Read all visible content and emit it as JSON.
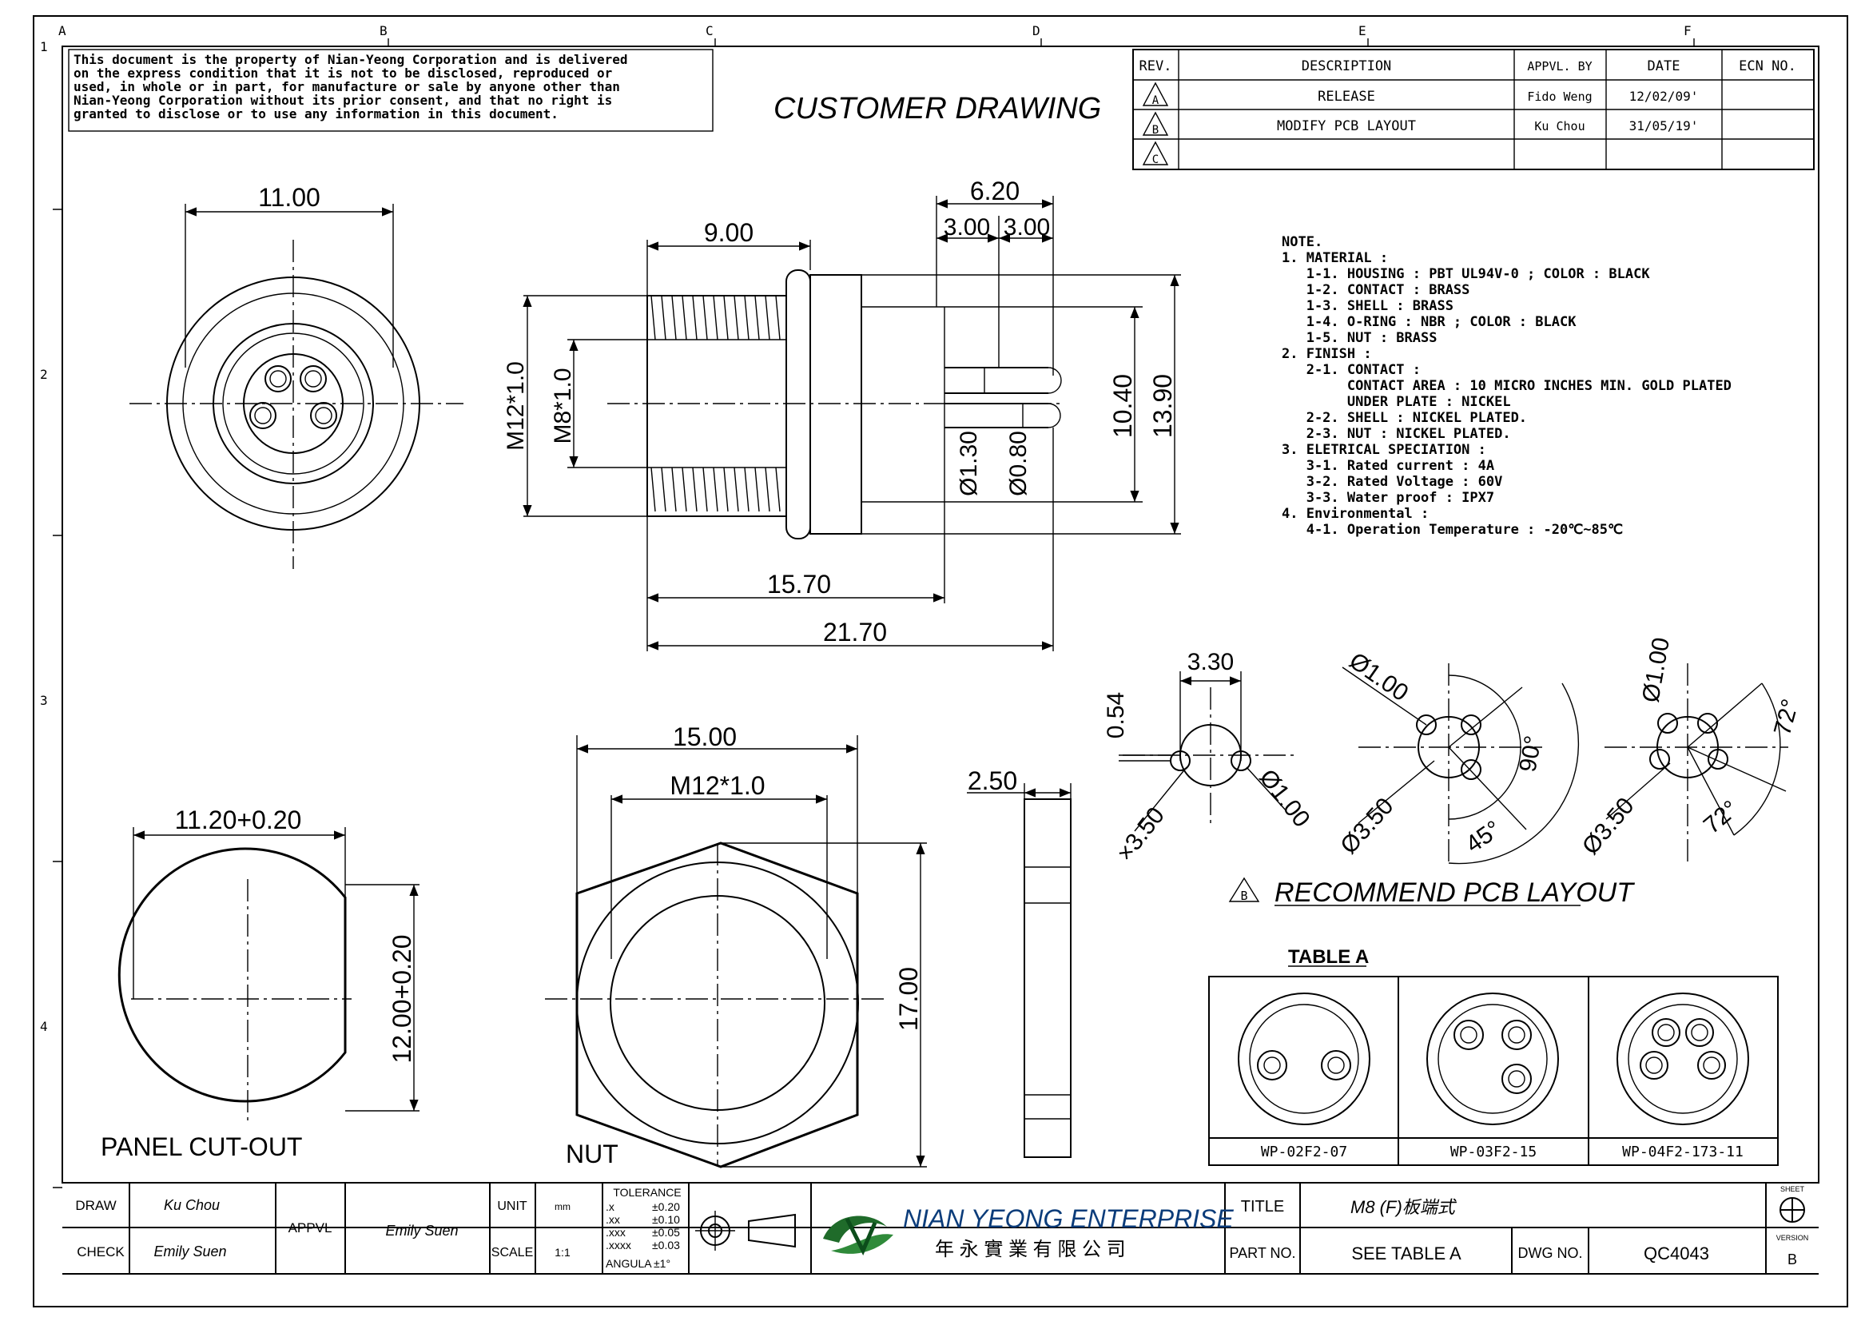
{
  "notice": [
    "This document is the property of Nian-Yeong Corporation and is delivered",
    "on  the  express condition that it is not to be disclosed, reproduced or",
    "used, in whole or in part, for manufacture or sale by anyone other than",
    "Nian-Yeong Corporation without  its prior consent, and that  no right  is",
    "granted to disclose or to use any information in this  document."
  ],
  "title": "CUSTOMER  DRAWING",
  "grid": {
    "cols": [
      "A",
      "B",
      "C",
      "D",
      "E",
      "F"
    ],
    "rows": [
      "1",
      "2",
      "3",
      "4"
    ]
  },
  "revisions": {
    "headers": [
      "REV.",
      "DESCRIPTION",
      "APPVL. BY",
      "DATE",
      "ECN NO."
    ],
    "rows": [
      {
        "rev": "A",
        "desc": "RELEASE",
        "by": "Fido Weng",
        "date": "12/02/09'",
        "ecn": ""
      },
      {
        "rev": "B",
        "desc": "MODIFY PCB LAYOUT",
        "by": "Ku Chou",
        "date": "31/05/19'",
        "ecn": ""
      },
      {
        "rev": "C",
        "desc": "",
        "by": "",
        "date": "",
        "ecn": ""
      }
    ]
  },
  "notes": [
    "NOTE.",
    "1. MATERIAL :",
    "   1-1. HOUSING : PBT UL94V-0 ; COLOR : BLACK",
    "   1-2. CONTACT : BRASS",
    "   1-3. SHELL : BRASS",
    "   1-4. O-RING : NBR ; COLOR : BLACK",
    "   1-5. NUT : BRASS",
    "2. FINISH :",
    "   2-1. CONTACT :",
    "        CONTACT AREA : 10 MICRO INCHES MIN. GOLD PLATED",
    "        UNDER PLATE : NICKEL",
    "   2-2. SHELL : NICKEL PLATED.",
    "   2-3. NUT : NICKEL PLATED.",
    "3. ELETRICAL SPECIATION :",
    "   3-1. Rated current : 4A",
    "   3-2. Rated Voltage : 60V",
    "   3-3. Water proof : IPX7",
    "4. Environmental :",
    "   4-1. Operation Temperature : -20℃~85℃"
  ],
  "dims": {
    "front_width": "11.00",
    "thread_len": "9.00",
    "pin_span": "6.20",
    "pin_a": "3.00",
    "pin_b": "3.00",
    "m12": "M12*1.0",
    "m8": "M8*1.0",
    "d130": "Ø1.30",
    "d080": "Ø0.80",
    "h1040": "10.40",
    "h1390": "13.90",
    "len1570": "15.70",
    "len2170": "21.70",
    "cut_w": "11.20+0.20",
    "cut_h": "12.00+0.20",
    "nut_w": "15.00",
    "nut_m12": "M12*1.0",
    "nut_h": "17.00",
    "nut_t": "2.50"
  },
  "pcb": {
    "title": "RECOMMEND  PCB  LAYOUT",
    "rev_mark": "B",
    "l1": {
      "w": "3.30",
      "off": "0.54",
      "hole": "Ø1.00",
      "pcd": "×3.50"
    },
    "l2": {
      "hole": "Ø1.00",
      "pcd": "Ø3.50",
      "a1": "90°",
      "a2": "45°"
    },
    "l3": {
      "hole": "Ø1.00",
      "pcd": "Ø3.50",
      "a1": "72°",
      "a2": "72°"
    }
  },
  "views": {
    "panel": "PANEL  CUT-OUT",
    "nut": "NUT"
  },
  "table_a": {
    "title": "TABLE  A",
    "parts": [
      "WP-02F2-07",
      "WP-03F2-15",
      "WP-04F2-173-11"
    ]
  },
  "title_block": {
    "draw_label": "DRAW",
    "draw": "Ku Chou",
    "check_label": "CHECK",
    "check": "Emily Suen",
    "appvl_label": "APPVL",
    "appvl": "Emily Suen",
    "unit_label": "UNIT",
    "unit": "mm",
    "scale_label": "SCALE",
    "scale": "1:1",
    "tol_title": "TOLERANCE",
    "tol": [
      [
        ".x",
        "±0.20"
      ],
      [
        ".xx",
        "±0.10"
      ],
      [
        ".xxx",
        "±0.05"
      ],
      [
        ".xxxx",
        "±0.03"
      ],
      [
        "ANGULA",
        "±1°"
      ]
    ],
    "company": "NIAN YEONG ENTERPRISE",
    "company_cn": "年 永 實 業 有 限 公 司",
    "title_label": "TITLE",
    "title": "M8 (F)板端式",
    "part_label": "PART NO.",
    "part": "SEE  TABLE  A",
    "dwg_label": "DWG NO.",
    "dwg": "QC4043",
    "sheet_label": "SHEET",
    "version_label": "VERSION",
    "version": "B"
  }
}
